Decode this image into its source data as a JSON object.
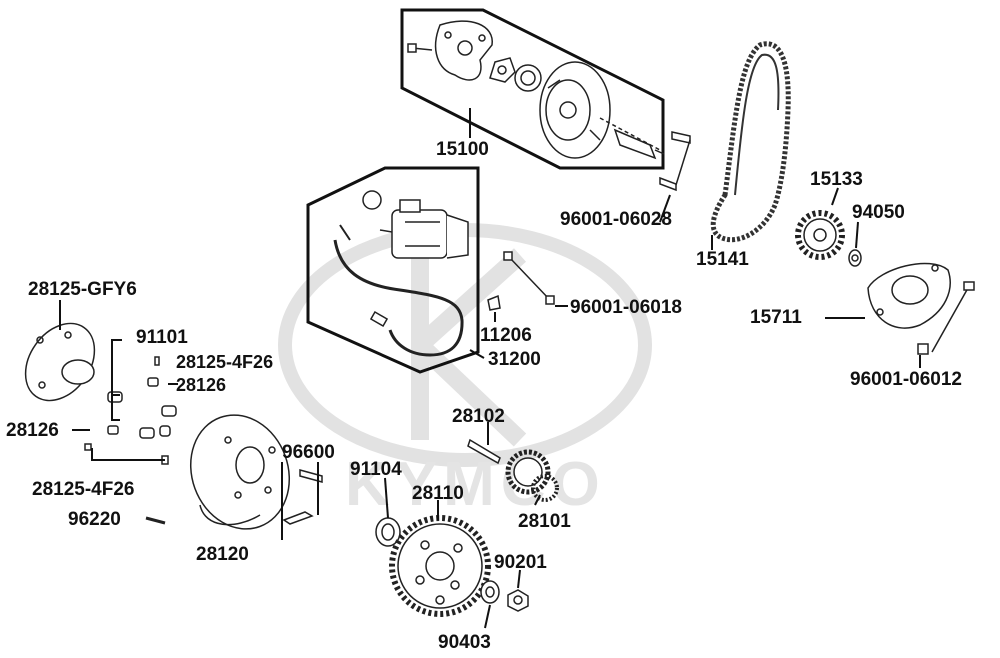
{
  "diagram": {
    "watermark_text": "KYMCO",
    "part_labels": [
      {
        "id": "15100",
        "text": "15100"
      },
      {
        "id": "96001-06028",
        "text": "96001-06028"
      },
      {
        "id": "15141",
        "text": "15141"
      },
      {
        "id": "15133",
        "text": "15133"
      },
      {
        "id": "94050",
        "text": "94050"
      },
      {
        "id": "15711",
        "text": "15711"
      },
      {
        "id": "96001-06012",
        "text": "96001-06012"
      },
      {
        "id": "96001-06018",
        "text": "96001-06018"
      },
      {
        "id": "11206",
        "text": "11206"
      },
      {
        "id": "31200",
        "text": "31200"
      },
      {
        "id": "28125-GFY6",
        "text": "28125-GFY6"
      },
      {
        "id": "91101",
        "text": "91101"
      },
      {
        "id": "28125-4F26-top",
        "text": "28125-4F26"
      },
      {
        "id": "28126-right",
        "text": "28126"
      },
      {
        "id": "28126-left",
        "text": "28126"
      },
      {
        "id": "28125-4F26-bottom",
        "text": "28125-4F26"
      },
      {
        "id": "96220",
        "text": "96220"
      },
      {
        "id": "96600",
        "text": "96600"
      },
      {
        "id": "28120",
        "text": "28120"
      },
      {
        "id": "28102",
        "text": "28102"
      },
      {
        "id": "91104",
        "text": "91104"
      },
      {
        "id": "28110",
        "text": "28110"
      },
      {
        "id": "28101",
        "text": "28101"
      },
      {
        "id": "90201",
        "text": "90201"
      },
      {
        "id": "90403",
        "text": "90403"
      }
    ]
  }
}
